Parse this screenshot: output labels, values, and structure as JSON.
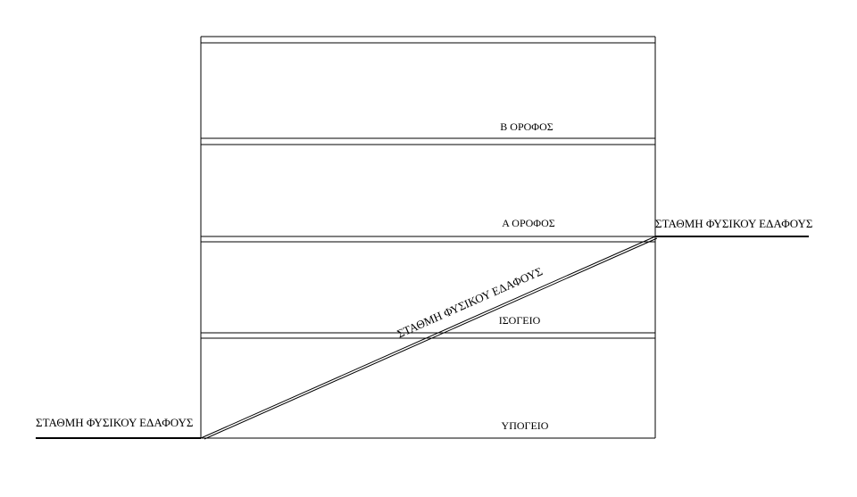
{
  "floors": [
    {
      "id": "second-floor",
      "label": "Β ΟΡΟΦΟΣ"
    },
    {
      "id": "first-floor",
      "label": "Α ΟΡΟΦΟΣ"
    },
    {
      "id": "ground-floor",
      "label": "ΙΣΟΓΕΙΟ"
    },
    {
      "id": "basement",
      "label": "ΥΠΟΓΕΙΟ"
    }
  ],
  "ground_level": {
    "left_label": "ΣΤΑΘΜΗ ΦΥΣΙΚΟΥ ΕΔΑΦΟΥΣ",
    "slope_label": "ΣΤΑΘΜΗ ΦΥΣΙΚΟΥ ΕΔΑΦΟΥΣ",
    "right_label": "ΣΤΑΘΜΗ ΦΥΣΙΚΟΥ ΕΔΑΦΟΥΣ"
  },
  "colors": {
    "line": "#000000",
    "ground_line": "#000000",
    "background": "#ffffff"
  }
}
